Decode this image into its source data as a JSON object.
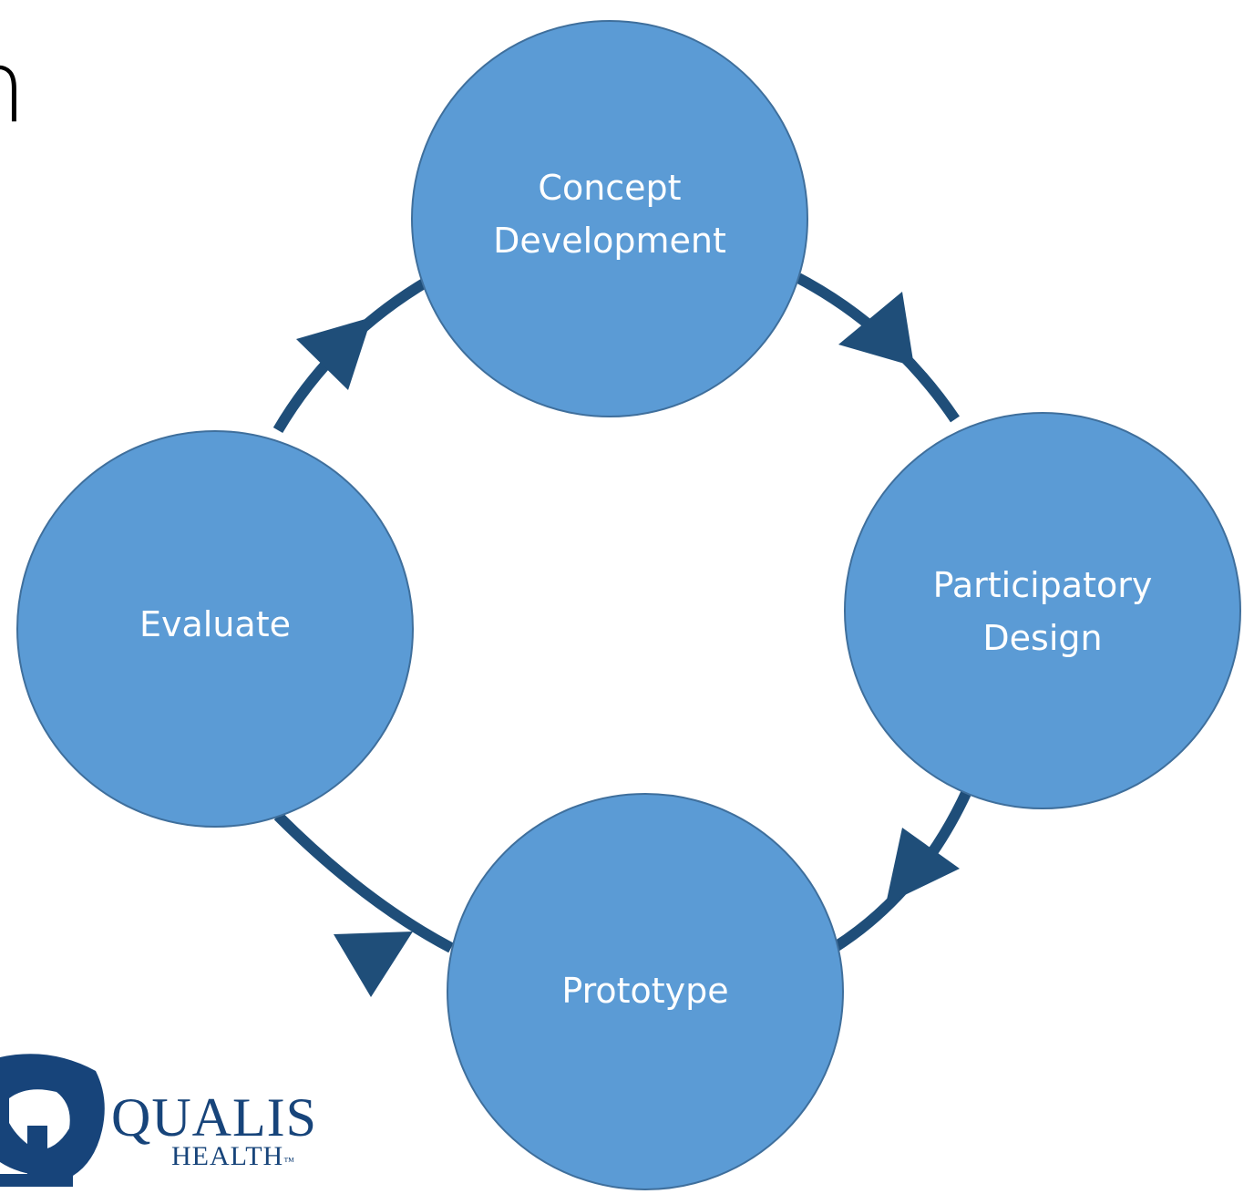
{
  "header": {
    "title_fragment": "n"
  },
  "nodes": [
    {
      "id": "concept",
      "lines": [
        "Concept",
        "Development"
      ]
    },
    {
      "id": "participatory",
      "lines": [
        "Participatory",
        "Design"
      ]
    },
    {
      "id": "prototype",
      "lines": [
        "Prototype"
      ]
    },
    {
      "id": "evaluate",
      "lines": [
        "Evaluate"
      ]
    }
  ],
  "logo": {
    "wordmark": "QUALIS",
    "subtext": "HEALTH",
    "trademark": "™"
  },
  "colors": {
    "node_fill": "#5b9bd5",
    "node_stroke": "#3f6f9c",
    "cycle": "#1f4e79",
    "text": "#ffffff",
    "logo": "#17447a"
  }
}
